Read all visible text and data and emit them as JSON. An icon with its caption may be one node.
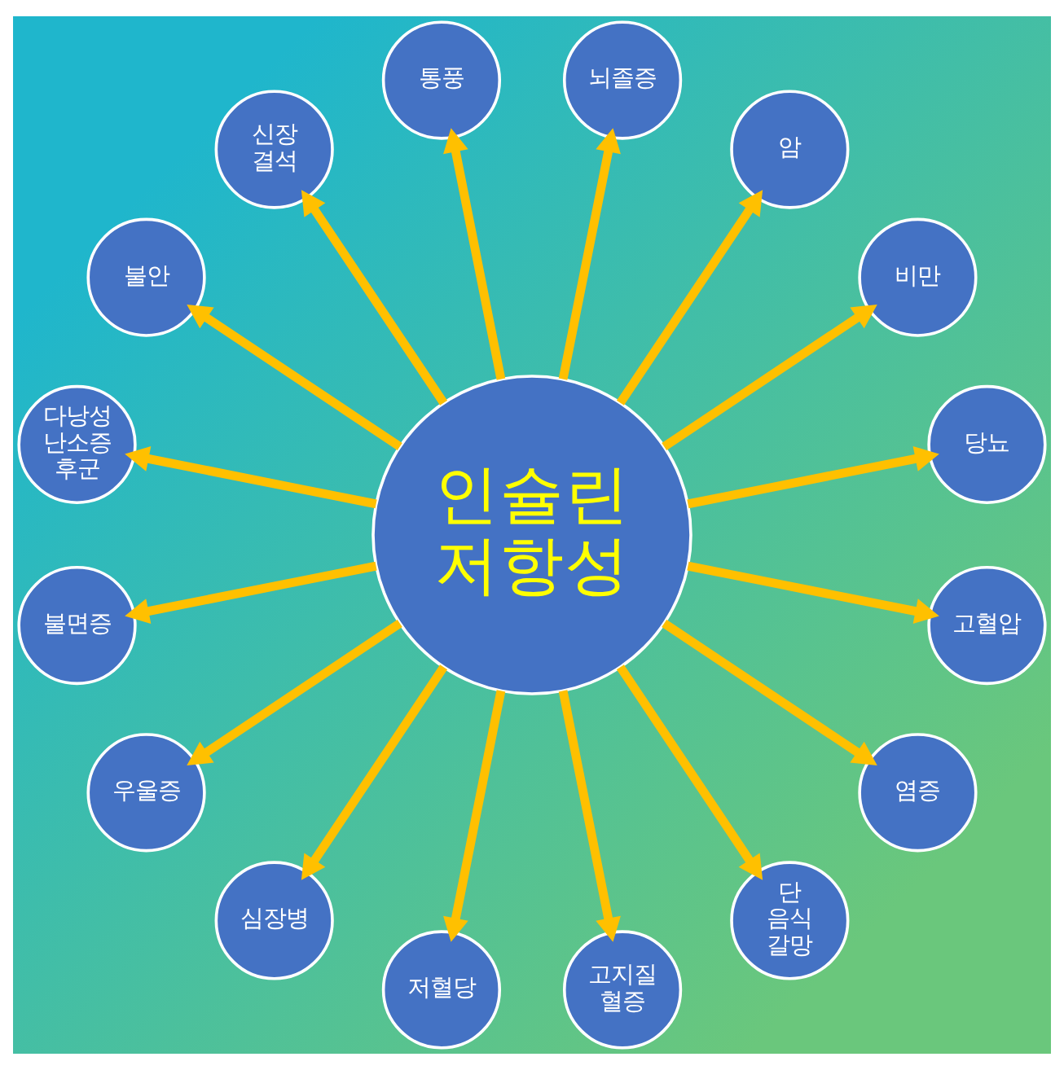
{
  "diagram": {
    "nodes": [
      {
        "text": [
          "인슐린 저항성"
        ]
      },
      {
        "text": [
          "당뇨"
        ]
      },
      {
        "text": [
          "비만"
        ]
      },
      {
        "text": [
          "암"
        ]
      },
      {
        "text": [
          "뇌졸증"
        ]
      },
      {
        "text": [
          "통풍"
        ]
      },
      {
        "text": [
          "신장 결석"
        ]
      },
      {
        "text": [
          "불안"
        ]
      },
      {
        "text": [
          "다낭성 난소증 후군"
        ]
      },
      {
        "text": [
          "불면증"
        ]
      },
      {
        "text": [
          "우울증"
        ]
      },
      {
        "text": [
          "심장병"
        ]
      },
      {
        "text": [
          "저혈당"
        ]
      },
      {
        "text": [
          "고지질 혈증"
        ]
      },
      {
        "text": [
          "단 음식 갈망"
        ]
      },
      {
        "text": [
          "염증"
        ]
      },
      {
        "text": [
          "고혈압"
        ]
      }
    ],
    "edges": [
      {
        "from": 0,
        "to": 1,
        "arrow": "to"
      },
      {
        "from": 0,
        "to": 2,
        "arrow": "to"
      },
      {
        "from": 0,
        "to": 3,
        "arrow": "to"
      },
      {
        "from": 0,
        "to": 4,
        "arrow": "to"
      },
      {
        "from": 0,
        "to": 5,
        "arrow": "to"
      },
      {
        "from": 0,
        "to": 6,
        "arrow": "to"
      },
      {
        "from": 0,
        "to": 7,
        "arrow": "to"
      },
      {
        "from": 0,
        "to": 8,
        "arrow": "to"
      },
      {
        "from": 0,
        "to": 9,
        "arrow": "to"
      },
      {
        "from": 0,
        "to": 10,
        "arrow": "to"
      },
      {
        "from": 0,
        "to": 11,
        "arrow": "to"
      },
      {
        "from": 0,
        "to": 12,
        "arrow": "to"
      },
      {
        "from": 0,
        "to": 13,
        "arrow": "to"
      },
      {
        "from": 0,
        "to": 14,
        "arrow": "to"
      },
      {
        "from": 0,
        "to": 15,
        "arrow": "to"
      },
      {
        "from": 0,
        "to": 16,
        "arrow": "to"
      }
    ]
  }
}
